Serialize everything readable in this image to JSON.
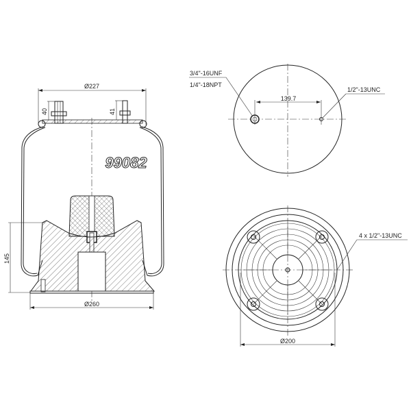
{
  "drawing": {
    "part_number": "99082",
    "side_view": {
      "top_diameter": "Ø227",
      "base_diameter": "Ø260",
      "height": "145",
      "stud_left_height": "40",
      "stud_right_height": "41"
    },
    "top_view": {
      "stud_spacing": "139.7",
      "left_port_thread_1": "3/4\"-16UNF",
      "left_port_thread_2": "1/4\"-18NPT",
      "right_stud_thread": "1/2\"-13UNC"
    },
    "bottom_view": {
      "bolt_thread": "4 x 1/2\"-13UNC",
      "diameter": "Ø200"
    },
    "colors": {
      "line": "#222222",
      "background": "#ffffff"
    }
  }
}
